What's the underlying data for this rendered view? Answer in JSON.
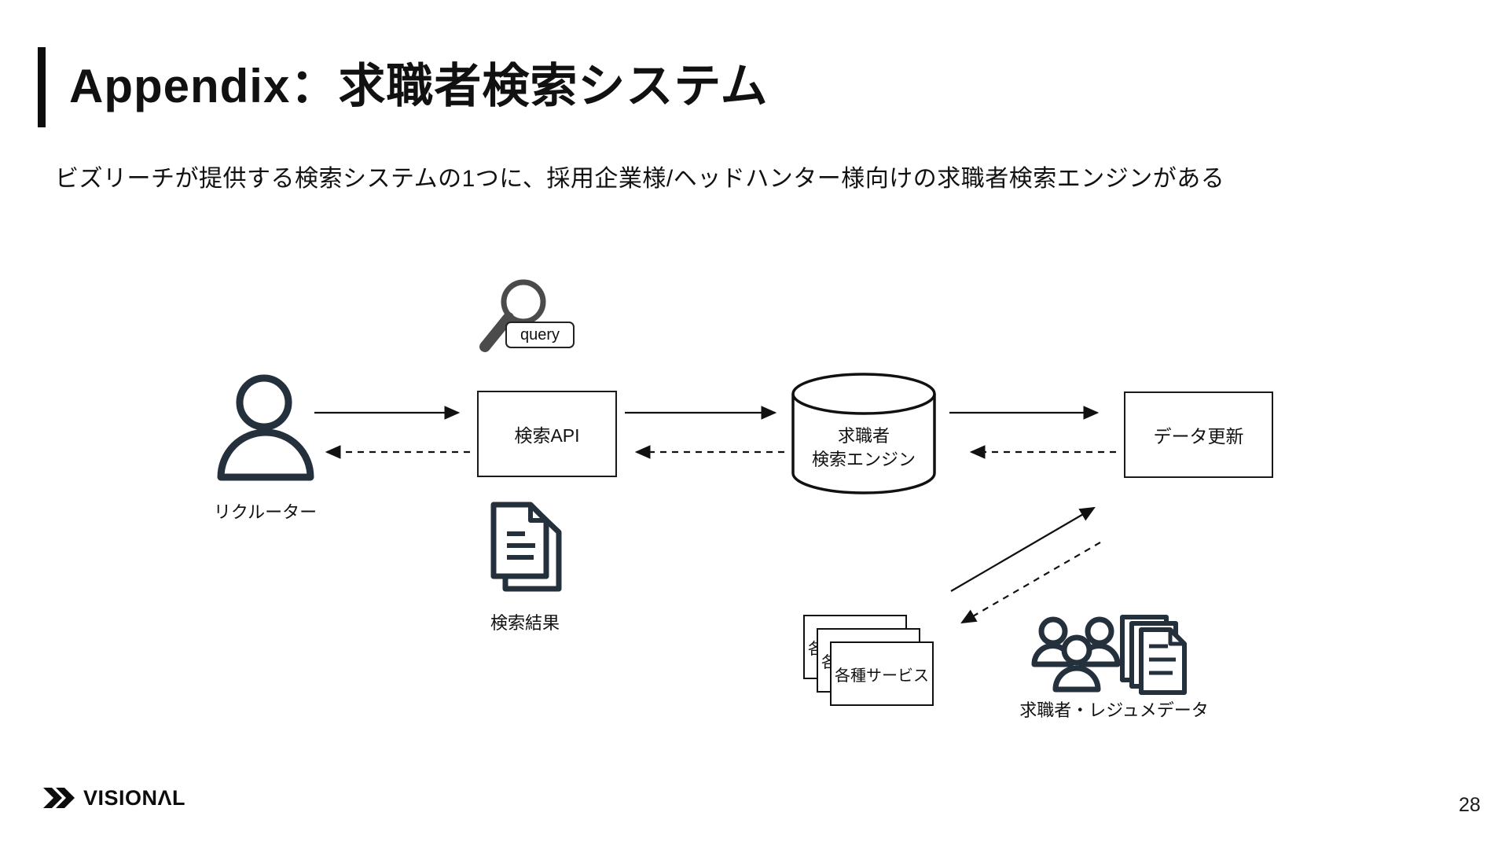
{
  "header": {
    "title_en": "Appendix",
    "title_ja": "：求職者検索システム",
    "subtitle": "ビズリーチが提供する検索システムの1つに、採用企業様/ヘッドハンター様向けの求職者検索エンジンがある"
  },
  "diagram": {
    "query_label": "query",
    "recruiter_label": "リクルーター",
    "search_api_label": "検索API",
    "engine_label_line1": "求職者",
    "engine_label_line2": "検索エンジン",
    "data_update_label": "データ更新",
    "search_results_label": "検索結果",
    "services_label": "各種サービス",
    "resume_data_label": "求職者・レジュメデータ"
  },
  "footer": {
    "logo_text": "VISIONΛL",
    "page_number": "28"
  },
  "icons": {
    "magnifier_icon": "magnifying-glass",
    "recruiter_icon": "person-outline",
    "database_icon": "cylinder-database",
    "search_results_icon": "stacked-documents",
    "jobseekers_icon": "people-group",
    "resume_icon": "stacked-documents-with-text",
    "logo_icon": "double-chevron-right"
  },
  "colors": {
    "icon_dark": "#24303C",
    "glass_gray": "#4B4B4B",
    "ink": "#111111",
    "border": "#1A1A1A"
  }
}
